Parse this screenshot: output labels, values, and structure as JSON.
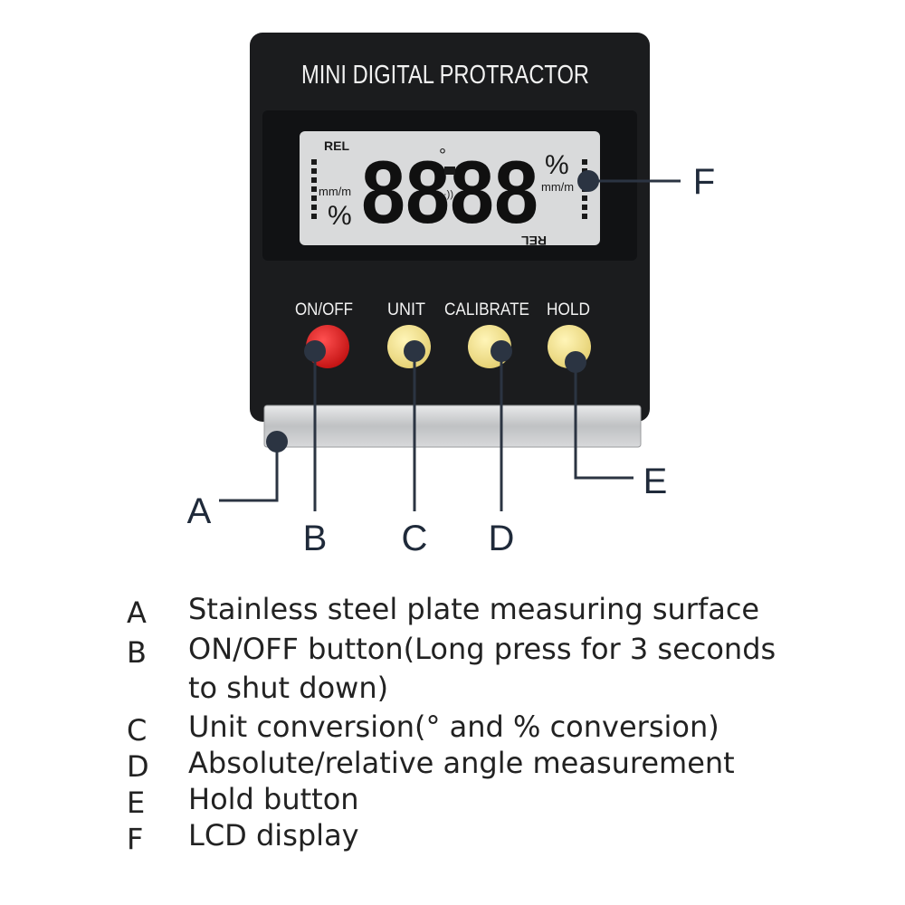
{
  "device": {
    "title": "MINI DIGITAL PROTRACTOR",
    "lcd": {
      "rel_left": "REL",
      "rel_right": "REL",
      "digits": "8888",
      "unit_left": "mm/m",
      "unit_right": "mm/m",
      "percent_left": "%",
      "percent_right": "%",
      "degree": "°"
    },
    "buttons": [
      {
        "label": "ON/OFF",
        "color": "#e02020"
      },
      {
        "label": "UNIT",
        "color": "#f3e08a"
      },
      {
        "label": "CALIBRATE",
        "color": "#f3e08a"
      },
      {
        "label": "HOLD",
        "color": "#f3e08a"
      }
    ],
    "colors": {
      "body": "#1b1c1e",
      "lcd": "#d9dadb",
      "plate": "#c8c9cb",
      "callout": "#2b3442"
    }
  },
  "callouts": {
    "a": "A",
    "b": "B",
    "c": "C",
    "d": "D",
    "e": "E",
    "f": "F"
  },
  "legend": [
    {
      "letter": "A",
      "text": "Stainless steel plate measuring surface"
    },
    {
      "letter": "B",
      "text": "ON/OFF button(Long press for 3 seconds to shut down)"
    },
    {
      "letter": "C",
      "text": "Unit conversion(° and % conversion)"
    },
    {
      "letter": "D",
      "text": "Absolute/relative angle measurement"
    },
    {
      "letter": "E",
      "text": "Hold button"
    },
    {
      "letter": "F",
      "text": "LCD display"
    }
  ]
}
